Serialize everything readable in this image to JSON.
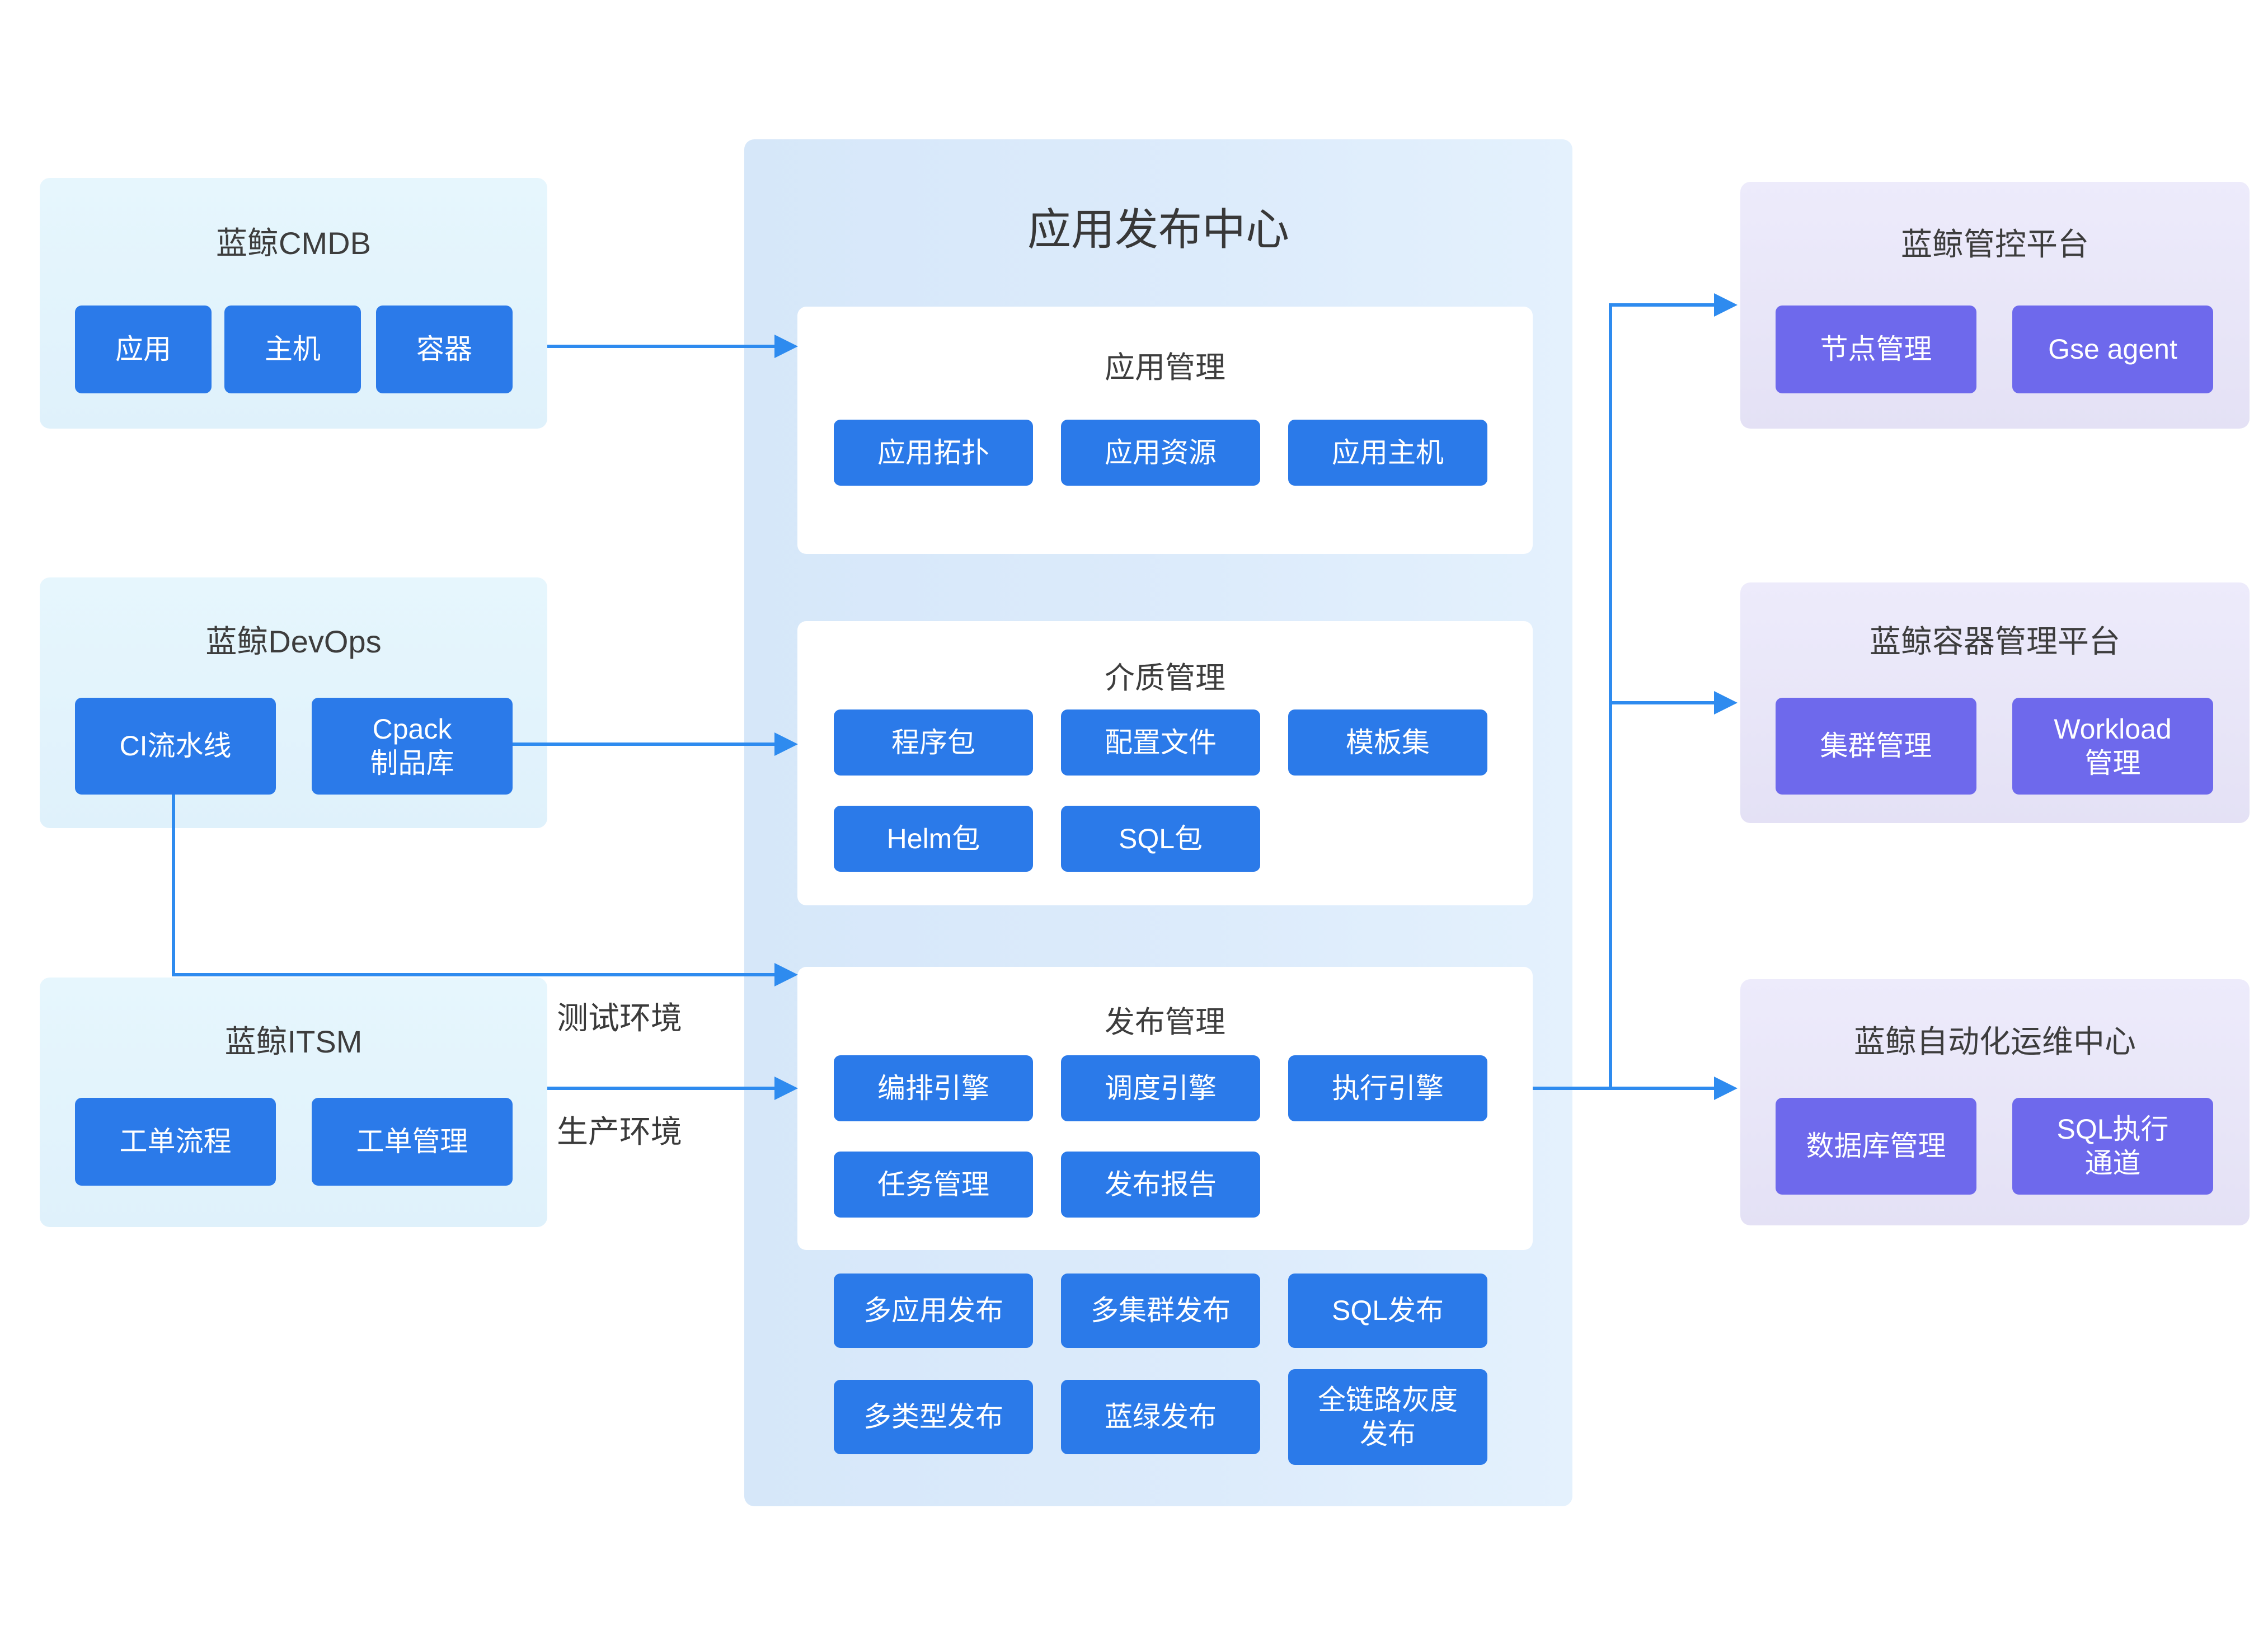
{
  "left_boxes": [
    {
      "title": "蓝鲸CMDB",
      "items": [
        "应用",
        "主机",
        "容器"
      ]
    },
    {
      "title": "蓝鲸DevOps",
      "items": [
        "CI流水线",
        "Cpack\n制品库"
      ]
    },
    {
      "title": "蓝鲸ITSM",
      "items": [
        "工单流程",
        "工单管理"
      ]
    }
  ],
  "center": {
    "title": "应用发布中心",
    "cards": [
      {
        "title": "应用管理",
        "items": [
          "应用拓扑",
          "应用资源",
          "应用主机"
        ]
      },
      {
        "title": "介质管理",
        "items": [
          "程序包",
          "配置文件",
          "模板集",
          "Helm包",
          "SQL包"
        ]
      },
      {
        "title": "发布管理",
        "items": [
          "编排引擎",
          "调度引擎",
          "执行引擎",
          "任务管理",
          "发布报告"
        ]
      }
    ],
    "capabilities": [
      "多应用发布",
      "多集群发布",
      "SQL发布",
      "多类型发布",
      "蓝绿发布",
      "全链路灰度\n发布"
    ]
  },
  "right_boxes": [
    {
      "title": "蓝鲸管控平台",
      "items": [
        "节点管理",
        "Gse agent"
      ]
    },
    {
      "title": "蓝鲸容器管理平台",
      "items": [
        "集群管理",
        "Workload\n管理"
      ]
    },
    {
      "title": "蓝鲸自动化运维中心",
      "items": [
        "数据库管理",
        "SQL执行\n通道"
      ]
    }
  ],
  "edge_labels": {
    "test": "测试环境",
    "prod": "生产环境"
  },
  "colors": {
    "node_blue": "#2B7AE9",
    "node_purple": "#6E69EC",
    "connector": "#2E8BEF",
    "left_box_bg": "#E2F3FB",
    "center_panel_bg": "#DCEBFA",
    "right_box_bg": "#E8E6F8"
  }
}
